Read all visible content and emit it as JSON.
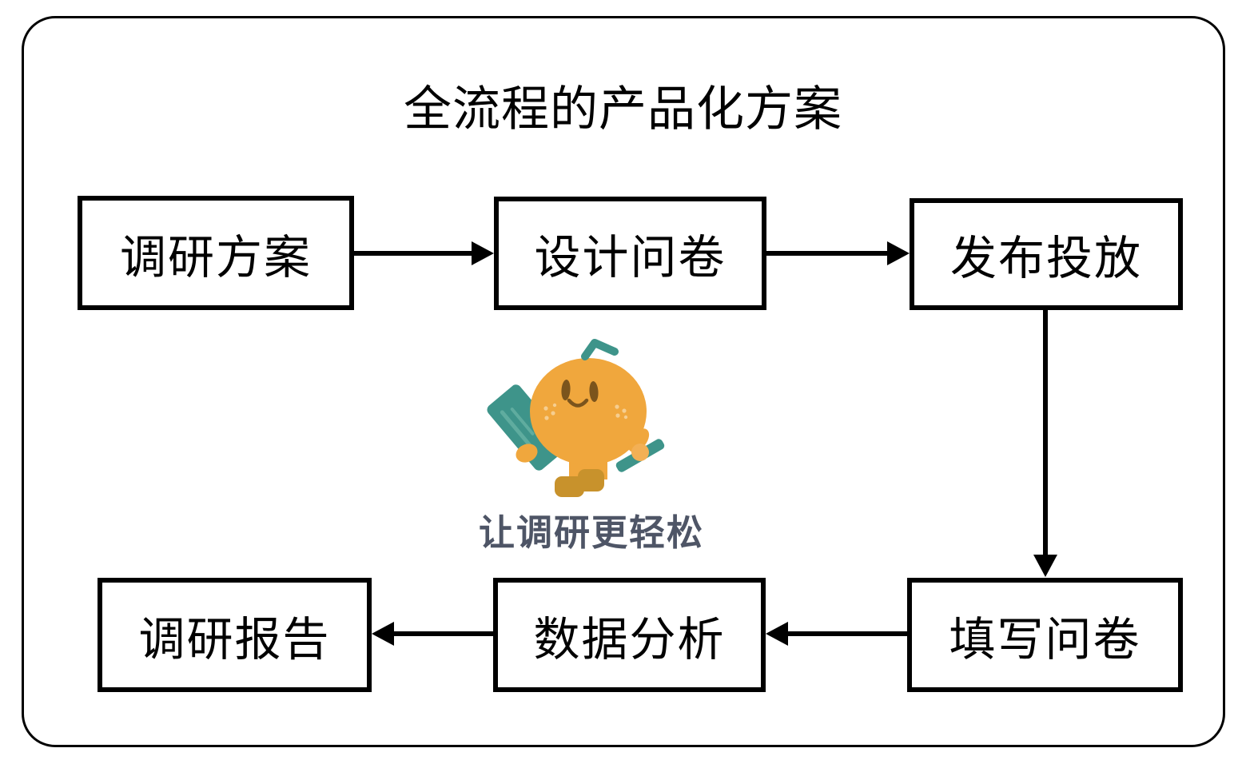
{
  "title": "全流程的产品化方案",
  "flow": {
    "nodes": [
      {
        "id": "plan",
        "label": "调研方案"
      },
      {
        "id": "design",
        "label": "设计问卷"
      },
      {
        "id": "publish",
        "label": "发布投放"
      },
      {
        "id": "fill",
        "label": "填写问卷"
      },
      {
        "id": "analyze",
        "label": "数据分析"
      },
      {
        "id": "report",
        "label": "调研报告"
      }
    ],
    "edges": [
      {
        "from": "调研方案",
        "to": "设计问卷"
      },
      {
        "from": "设计问卷",
        "to": "发布投放"
      },
      {
        "from": "发布投放",
        "to": "填写问卷"
      },
      {
        "from": "填写问卷",
        "to": "数据分析"
      },
      {
        "from": "数据分析",
        "to": "调研报告"
      }
    ]
  },
  "mascot": {
    "tagline": "让调研更轻松",
    "colors": {
      "body": "#F0A73D",
      "body_light": "#F3B055",
      "accent_teal": "#3E948A",
      "accent_teal_light": "#5FAC9F",
      "boots": "#C8922C",
      "eyes": "#7B541C",
      "freckle": "#F6CE90",
      "tagline_text": "#4E5566"
    }
  },
  "frame": {
    "border_color": "#000000",
    "box_border_color": "#000000",
    "arrow_color": "#000000"
  }
}
